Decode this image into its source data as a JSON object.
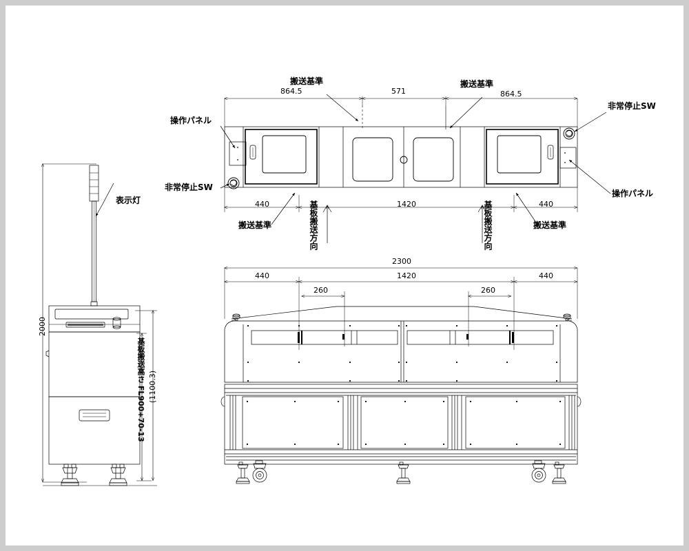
{
  "drawing": {
    "title": "Machine general assembly drawing",
    "background_color": "#cccccc",
    "sheet_color": "#ffffff",
    "line_color": "#000000"
  },
  "views": {
    "side": {
      "name": "side-elevation-view",
      "labels": {
        "indicator_lamp": "表示灯",
        "total_height": "2000",
        "transfer_height": "基板搬送高さ FL900+70-13",
        "transfer_height_ref": "(1100.3)"
      }
    },
    "top": {
      "name": "top-plan-view",
      "dims_top": [
        "864.5",
        "571",
        "864.5"
      ],
      "dims_bottom": [
        "440",
        "1420",
        "440"
      ],
      "labels": {
        "transfer_datum": "搬送基準",
        "operation_panel": "操作パネル",
        "emergency_stop": "非常停止SW",
        "transfer_direction": "基板搬送方向"
      }
    },
    "front": {
      "name": "front-elevation-view",
      "dims_overall": "2300",
      "dims_row": [
        "440",
        "1420",
        "440"
      ],
      "dims_inner": [
        "260",
        "260"
      ]
    }
  },
  "annotations": {
    "top_left_operation_panel": "操作パネル",
    "top_left_emergency_stop": "非常停止SW",
    "top_right_emergency_stop": "非常停止SW",
    "top_right_operation_panel": "操作パネル",
    "top_datum_1": "搬送基準",
    "top_datum_2": "搬送基準",
    "bottom_datum_1": "搬送基準",
    "bottom_datum_2": "搬送基準",
    "direction_1": "基板搬送方向",
    "direction_2": "基板搬送方向",
    "side_lamp": "表示灯"
  }
}
